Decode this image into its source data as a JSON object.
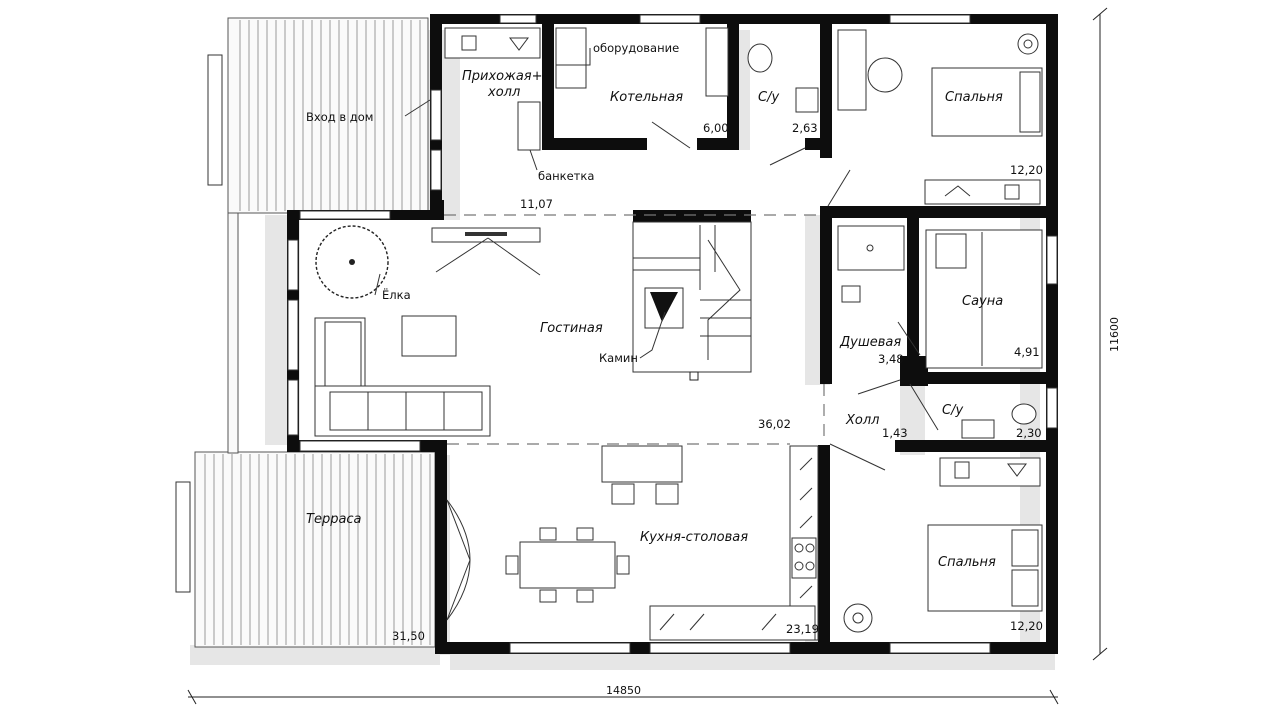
{
  "rooms": {
    "entrance_hall": {
      "name_line1": "Прихожая+",
      "name_line2": "холл",
      "area": "11,07"
    },
    "boiler_room": {
      "name": "Котельная",
      "area": "6,00"
    },
    "wc_top": {
      "name": "С/у",
      "area": "2,63"
    },
    "bedroom_top": {
      "name": "Спальня",
      "area": "12,20"
    },
    "living_room": {
      "name": "Гостиная",
      "area": "36,02"
    },
    "sauna": {
      "name": "Сауна",
      "area": "4,91"
    },
    "shower": {
      "name": "Душевая",
      "area": "3,48"
    },
    "hall": {
      "name": "Холл",
      "area": "1,43"
    },
    "wc_mid": {
      "name": "С/у",
      "area": "2,30"
    },
    "terrace": {
      "name": "Терраса",
      "area": "31,50"
    },
    "kitchen": {
      "name": "Кухня-столовая",
      "area": "23,19"
    },
    "bedroom_bottom": {
      "name": "Спальня",
      "area": "12,20"
    }
  },
  "callouts": {
    "equipment": "оборудование",
    "bench": "банкетка",
    "entrance": "Вход в дом",
    "tree": "Ёлка",
    "fireplace": "Камин"
  },
  "dimensions": {
    "width": "14850",
    "height": "11600"
  }
}
